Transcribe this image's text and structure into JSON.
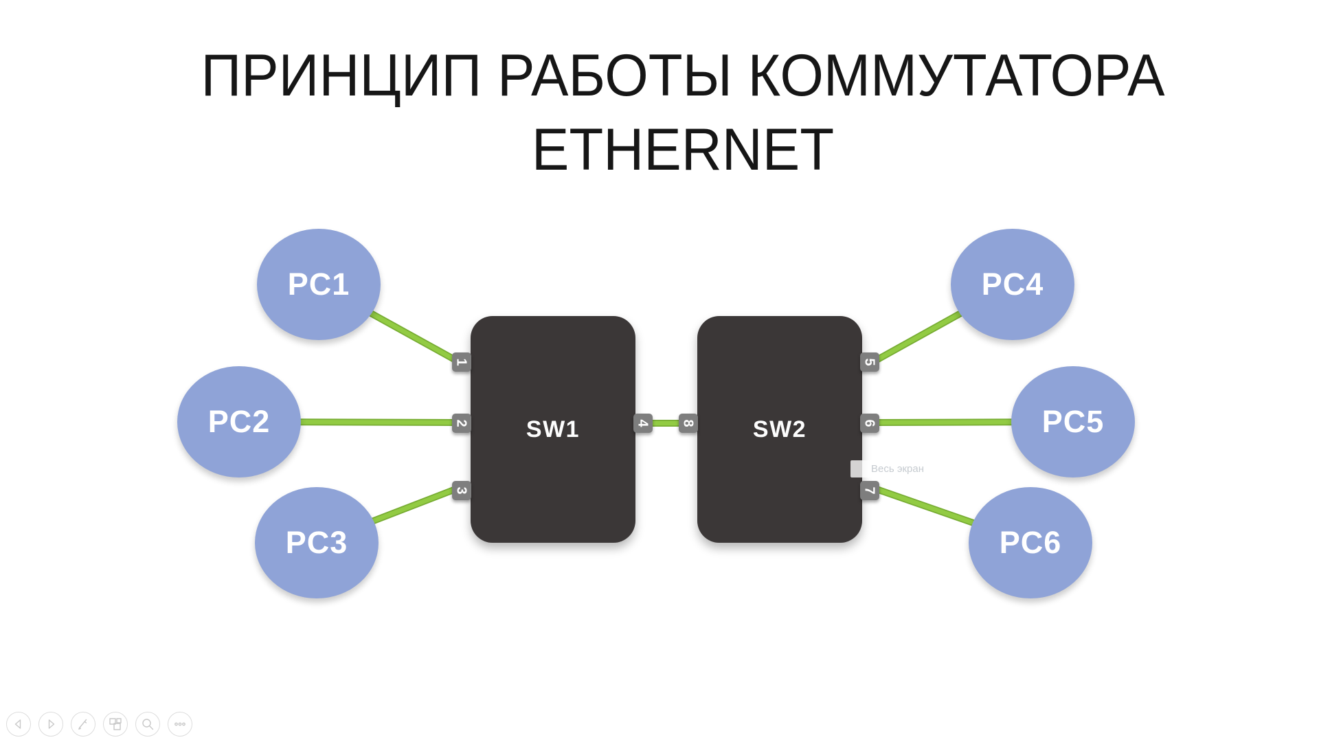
{
  "title": {
    "line1": "ПРИНЦИП РАБОТЫ КОММУТАТОРА",
    "line2": "ETHERNET"
  },
  "diagram": {
    "pcs": [
      {
        "label": "PC1"
      },
      {
        "label": "PC2"
      },
      {
        "label": "PC3"
      },
      {
        "label": "PC4"
      },
      {
        "label": "PC5"
      },
      {
        "label": "PC6"
      }
    ],
    "switches": [
      {
        "label": "SW1"
      },
      {
        "label": "SW2"
      }
    ],
    "ports": [
      {
        "number": "1"
      },
      {
        "number": "2"
      },
      {
        "number": "3"
      },
      {
        "number": "4"
      },
      {
        "number": "8"
      },
      {
        "number": "5"
      },
      {
        "number": "6"
      },
      {
        "number": "7"
      }
    ],
    "colors": {
      "pc_fill": "#8FA3D7",
      "switch_fill": "#3B3737",
      "cable_green": "#92CB43",
      "cable_edge": "#77AC33",
      "port_gray": "#7E7E7E",
      "title_color": "#161616"
    }
  },
  "tooltip": {
    "text": "Весь экран"
  },
  "controls": {
    "items": [
      {
        "name": "previous-slide"
      },
      {
        "name": "next-slide"
      },
      {
        "name": "pen"
      },
      {
        "name": "see-all-slides"
      },
      {
        "name": "zoom"
      },
      {
        "name": "more-options"
      }
    ]
  }
}
